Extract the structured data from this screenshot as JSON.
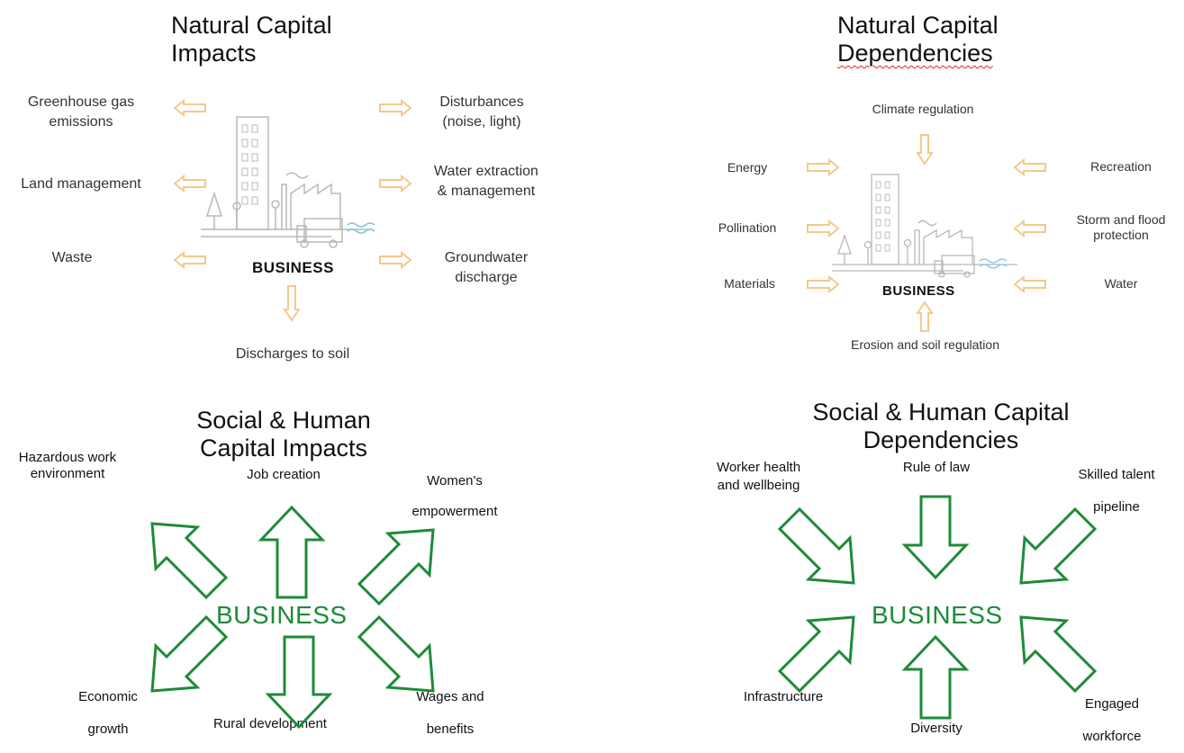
{
  "colors": {
    "orange_arrow": "#f5c88a",
    "green_arrow": "#1f8a3a",
    "building": "#b8b8b8",
    "water": "#7fc4e0"
  },
  "nat_impacts": {
    "title_l1": "Natural Capital",
    "title_l2": "Impacts",
    "business": "BUSINESS",
    "labels": {
      "ghg_1": "Greenhouse gas",
      "ghg_2": "emissions",
      "land": "Land management",
      "waste": "Waste",
      "dist_1": "Disturbances",
      "dist_2": "(noise, light)",
      "water_1": "Water extraction",
      "water_2": "& management",
      "ground_1": "Groundwater",
      "ground_2": "discharge",
      "soil": "Discharges to soil"
    }
  },
  "nat_deps": {
    "title_l1": "Natural Capital",
    "title_l2": "Dependencies",
    "business": "BUSINESS",
    "labels": {
      "climate": "Climate regulation",
      "energy": "Energy",
      "pollination": "Pollination",
      "materials": "Materials",
      "recreation": "Recreation",
      "storm_1": "Storm and flood",
      "storm_2": "protection",
      "water": "Water",
      "erosion": "Erosion and soil regulation"
    }
  },
  "soc_impacts": {
    "title_l1": "Social & Human",
    "title_l2": "Capital Impacts",
    "business": "BUSINESS",
    "labels": {
      "hazard_1": "Hazardous work",
      "hazard_2": "environment",
      "job": "Job creation",
      "women_1": "Women's",
      "women_2": "empowerment",
      "econ_1": "Economic",
      "econ_2": "growth",
      "rural": "Rural development",
      "wages_1": "Wages and",
      "wages_2": "benefits"
    }
  },
  "soc_deps": {
    "title_l1": "Social & Human Capital",
    "title_l2": "Dependencies",
    "business": "BUSINESS",
    "labels": {
      "worker_1": "Worker health",
      "worker_2": "and wellbeing",
      "rule": "Rule of law",
      "skilled_1": "Skilled talent",
      "skilled_2": "pipeline",
      "infra": "Infrastructure",
      "diversity": "Diversity",
      "engaged_1": "Engaged",
      "engaged_2": "workforce"
    }
  }
}
